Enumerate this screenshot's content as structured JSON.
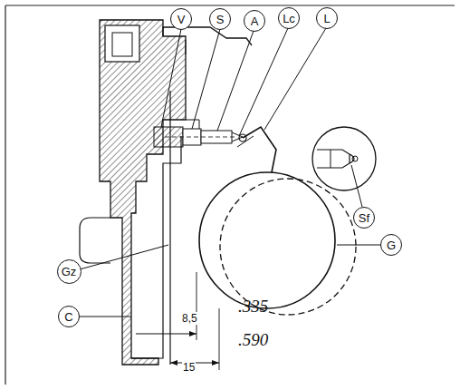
{
  "diagram": {
    "nodes": [
      {
        "text": [
          "V"
        ]
      },
      {
        "text": [
          "S"
        ]
      },
      {
        "text": [
          "A"
        ]
      },
      {
        "text": [
          "Lc"
        ]
      },
      {
        "text": [
          "L"
        ]
      },
      {
        "text": [
          "Sf"
        ]
      },
      {
        "text": [
          "G"
        ]
      },
      {
        "text": [
          "Gz"
        ]
      },
      {
        "text": [
          "C"
        ]
      }
    ],
    "labels": [
      "8,5",
      "15",
      ".335",
      ".590"
    ]
  }
}
